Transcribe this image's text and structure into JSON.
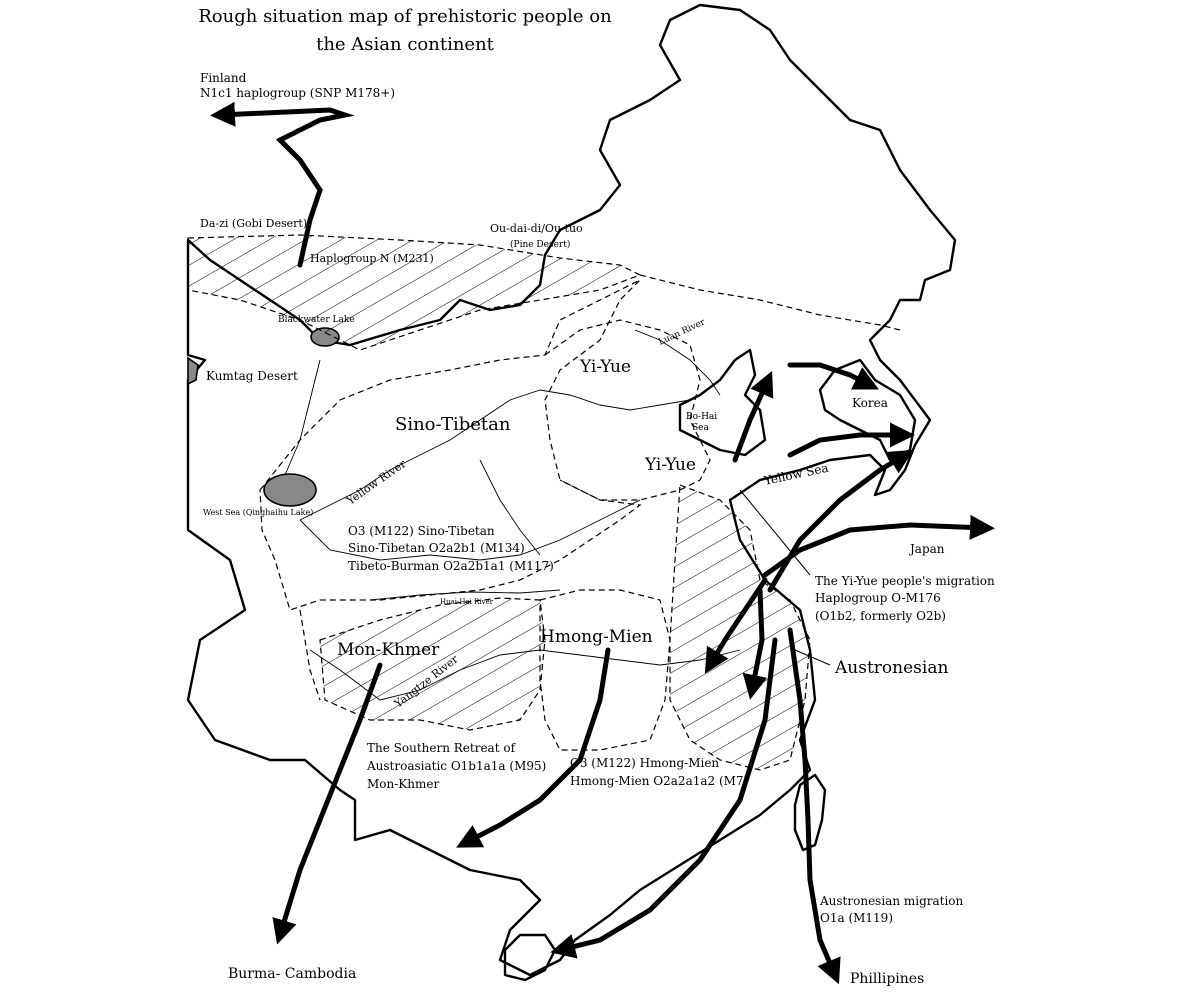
{
  "title_line1": "Rough situation map of prehistoric people on",
  "title_line2": "the Asian continent",
  "labels": {
    "finland": "Finland",
    "n1c1": "N1c1 haplogroup (SNP M178+)",
    "dazi": "Da-zi (Gobi Desert)",
    "haplogroup_n": "Haplogroup N (M231)",
    "oudaidi": "Ou-dai-di/Ou tuo",
    "pine_desert": "(Pine Desert)",
    "blackwater": "Blackwater Lake",
    "kumtag": "Kumtag Desert",
    "luan_river": "Luan River",
    "bohai_1": "Bo-Hai",
    "bohai_2": "Sea",
    "korea": "Korea",
    "yellow_sea": "Yellow Sea",
    "yiyue_top": "Yi-Yue",
    "yiyue_mid": "Yi-Yue",
    "sino_tibetan": "Sino-Tibetan",
    "yellow_river": "Yellow River",
    "west_sea": "West Sea (Qinghaihu Lake)",
    "o3_sino": "O3 (M122) Sino-Tibetan",
    "sino_o2": "Sino-Tibetan O2a2b1 (M134)",
    "tibeto": "Tibeto-Burman O2a2b1a1 (M117)",
    "huai_river": "Huai-Hai River",
    "japan": "Japan",
    "yiyue_mig_1": "The Yi-Yue people's migration",
    "yiyue_mig_2": "Haplogroup O-M176",
    "yiyue_mig_3": "(O1b2, formerly O2b)",
    "hmong_mien": "Hmong-Mien",
    "mon_khmer": "Mon-Khmer",
    "yangtze": "Yangtze River",
    "austronesian": "Austronesian",
    "southern_1": "The Southern Retreat of",
    "southern_2": "Austroasiatic O1b1a1a (M95)",
    "southern_3": "Mon-Khmer",
    "o3_hmong": "O3 (M122) Hmong-Mien",
    "hmong_o2": "Hmong-Mien O2a2a1a2 (M7)",
    "burma": "Burma- Cambodia",
    "austro_mig_1": "Austronesian migration",
    "austro_mig_2": "O1a (M119)",
    "phillipines": "Phillipines"
  },
  "colors": {
    "ink": "#000000",
    "lake": "#888888",
    "paper": "#ffffff"
  }
}
